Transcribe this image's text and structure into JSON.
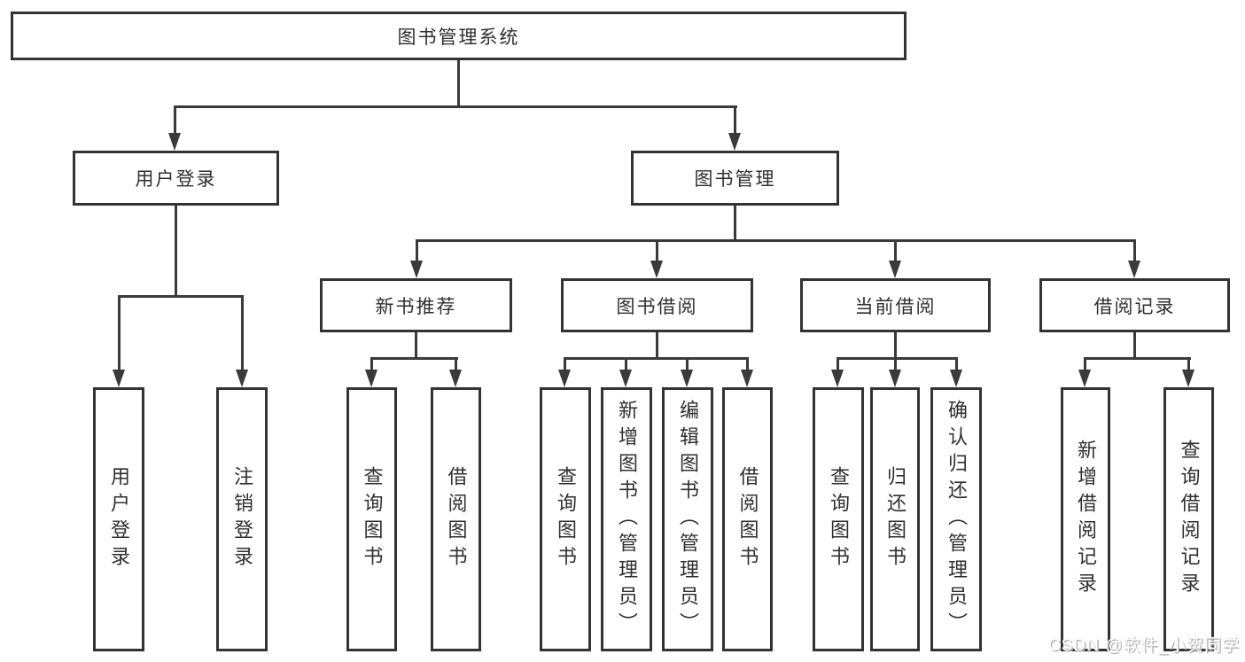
{
  "nodes": {
    "root": "图书管理系统",
    "user_login": "用户登录",
    "book_mgmt": "图书管理",
    "new_book_rec": "新书推荐",
    "book_borrow": "图书借阅",
    "current_borrow": "当前借阅",
    "borrow_records": "借阅记录",
    "leaf_user_login": "用户登录",
    "leaf_logout": "注销登录",
    "leaf_query_books_1": "查询图书",
    "leaf_borrow_books_1": "借阅图书",
    "leaf_query_books_2": "查询图书",
    "leaf_add_book": "新增图书（管理员）",
    "leaf_edit_book": "编辑图书（管理员）",
    "leaf_borrow_books_2": "借阅图书",
    "leaf_query_books_3": "查询图书",
    "leaf_return_book": "归还图书",
    "leaf_confirm_return": "确认归还（管理员）",
    "leaf_add_borrow_record": "新增借阅记录",
    "leaf_query_borrow_record": "查询借阅记录"
  },
  "watermark": {
    "text": "CSDN @软件_小贺同学"
  },
  "colors": {
    "line": "#3a3a3a",
    "border": "#333333",
    "text": "#2f2f2f",
    "background": "#ffffff",
    "watermark": "#ffffff"
  }
}
